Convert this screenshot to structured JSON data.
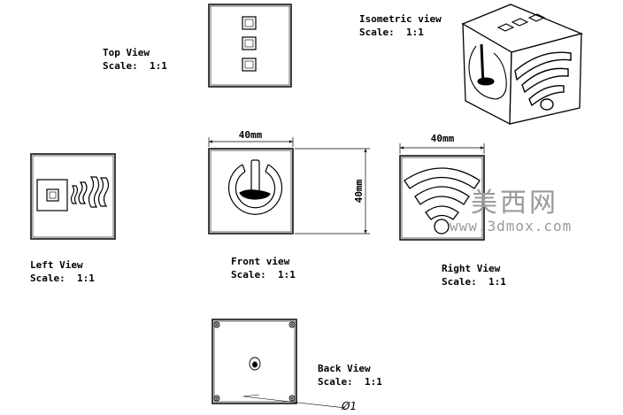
{
  "views": {
    "top": {
      "title": "Top View",
      "scale": "Scale:  1:1"
    },
    "isometric": {
      "title": "Isometric view",
      "scale": "Scale:  1:1"
    },
    "left": {
      "title": "Left View",
      "scale": "Scale:  1:1"
    },
    "front": {
      "title": "Front view",
      "scale": "Scale:  1:1"
    },
    "right": {
      "title": "Right View",
      "scale": "Scale:  1:1"
    },
    "back": {
      "title": "Back View",
      "scale": "Scale:  1:1"
    }
  },
  "dimensions": {
    "front_width": "40mm",
    "front_height": "40mm",
    "right_width": "40mm",
    "back_diameter": "Ø1"
  },
  "watermark": {
    "cjk": "美西网",
    "url": "www.3dmox.com"
  }
}
